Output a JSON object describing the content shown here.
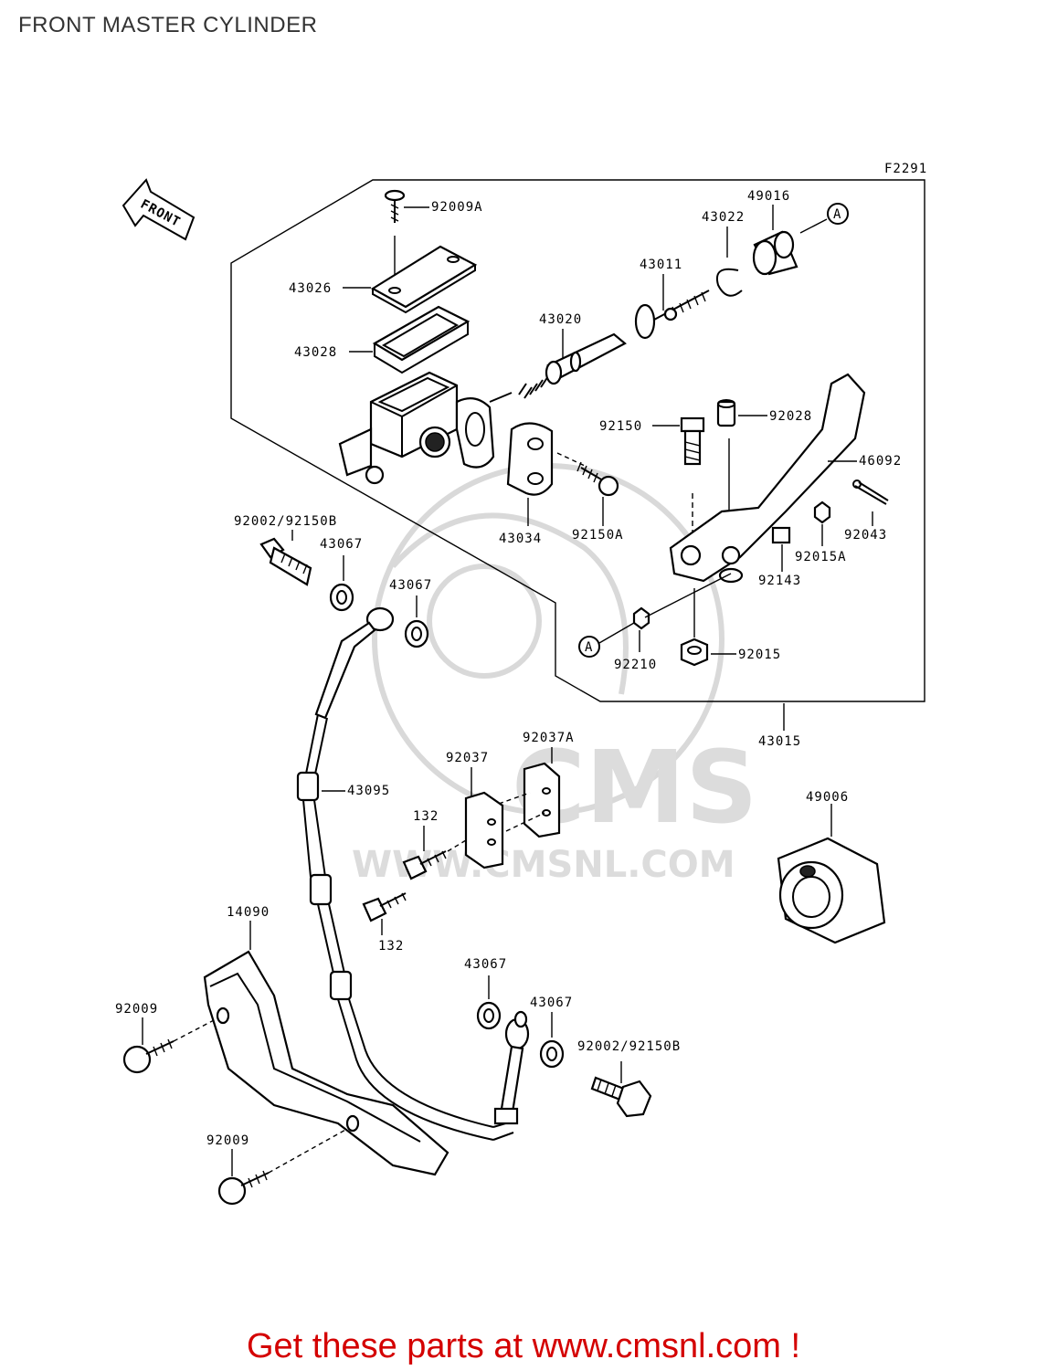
{
  "page_title": "FRONT MASTER CYLINDER",
  "figure_code": "F2291",
  "front_label": "FRONT",
  "ref_marker": "A",
  "watermark": {
    "logo": "CMS",
    "url": "WWW.CMSNL.COM"
  },
  "footer_link": "Get these parts at www.cmsnl.com !",
  "callouts": {
    "c92009A": "92009A",
    "c43026": "43026",
    "c43028": "43028",
    "c43020": "43020",
    "c43011": "43011",
    "c43022": "43022",
    "c49016": "49016",
    "c92150": "92150",
    "c92028": "92028",
    "c46092": "46092",
    "c92043": "92043",
    "c92015A": "92015A",
    "c92143": "92143",
    "c43034": "43034",
    "c92150A": "92150A",
    "c92002_top": "92002/92150B",
    "c43067_a": "43067",
    "c43067_b": "43067",
    "c92210": "92210",
    "c92015": "92015",
    "c43015": "43015",
    "c92037A": "92037A",
    "c92037": "92037",
    "c43095": "43095",
    "c132_a": "132",
    "c132_b": "132",
    "c49006": "49006",
    "c14090": "14090",
    "c92009_a": "92009",
    "c92009_b": "92009",
    "c43067_c": "43067",
    "c43067_d": "43067",
    "c92002_bottom": "92002/92150B"
  }
}
